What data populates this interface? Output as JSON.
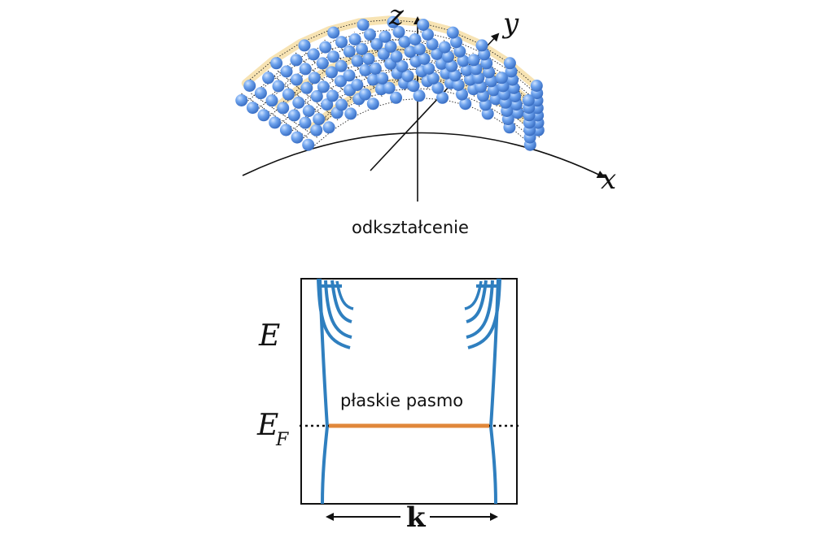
{
  "lattice": {
    "axis_z": "z",
    "axis_y": "y",
    "axis_x": "x",
    "strain_label": "odkształcenie",
    "atom_color": "#5b93e6",
    "highlight_color": "#f7e3b3"
  },
  "band_plot": {
    "energy_label": "E",
    "fermi_label_main": "E",
    "fermi_label_sub": "F",
    "flat_band_label": "płaskie pasmo",
    "k_label": "k",
    "band_color": "#2f7fbf",
    "flat_band_color": "#e0873a"
  }
}
